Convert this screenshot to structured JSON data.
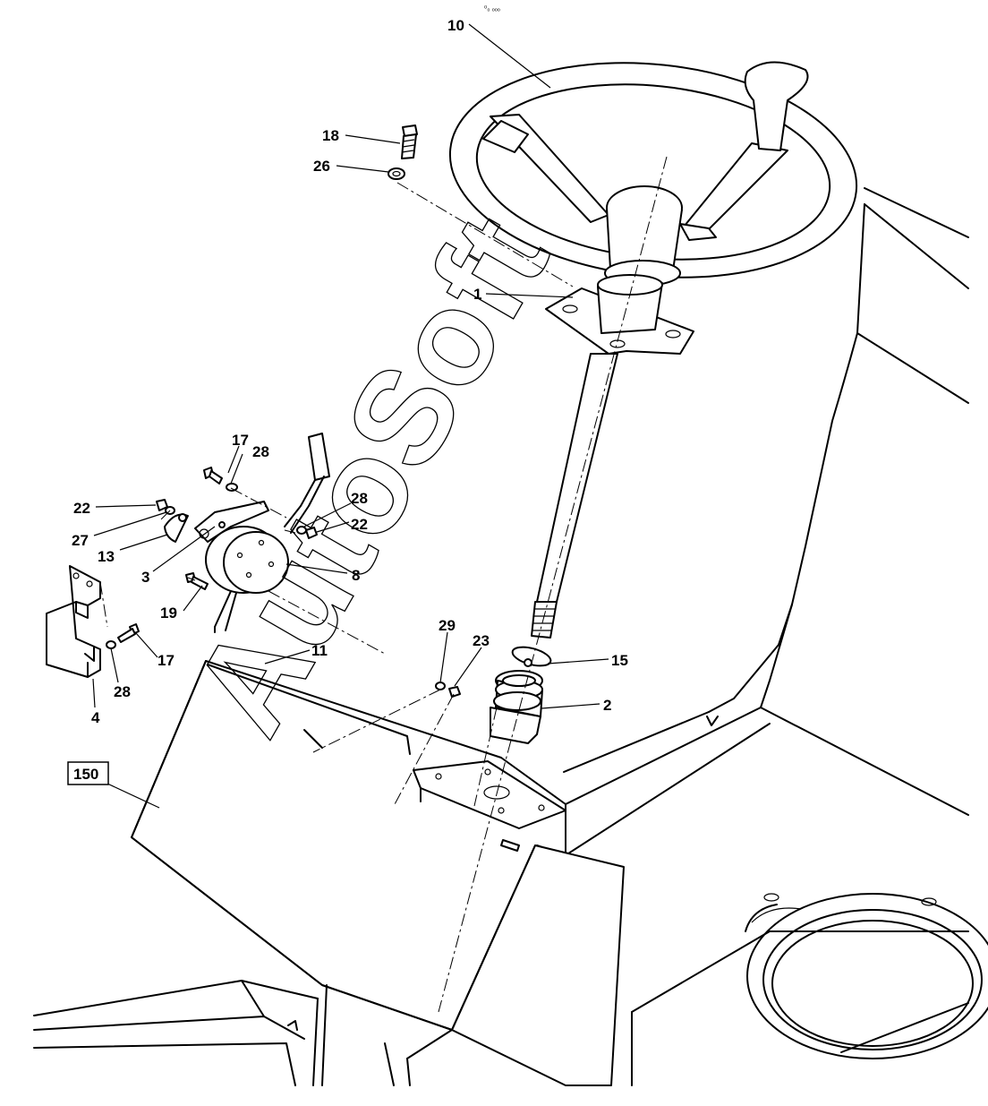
{
  "header_mark": "⁰₀ ₒₒₒ",
  "watermark": "AutoSoft",
  "callouts": {
    "c1": "1",
    "c2": "2",
    "c3": "3",
    "c4": "4",
    "c8": "8",
    "c10": "10",
    "c11": "11",
    "c13": "13",
    "c15": "15",
    "c17a": "17",
    "c17b": "17",
    "c18": "18",
    "c19": "19",
    "c22a": "22",
    "c22b": "22",
    "c23": "23",
    "c26": "26",
    "c27": "27",
    "c28a": "28",
    "c28b": "28",
    "c28c": "28",
    "c29": "29",
    "c150": "150"
  }
}
